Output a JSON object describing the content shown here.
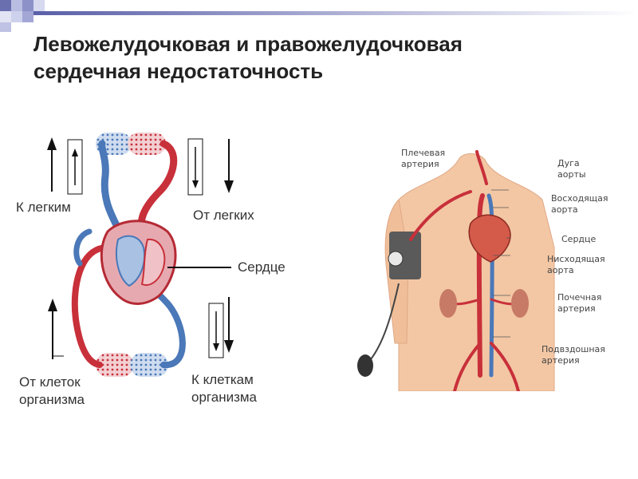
{
  "slide": {
    "title_line1": "Левожелудочковая и правожелудочковая",
    "title_line2": "сердечная недостаточность"
  },
  "circulation": {
    "to_lungs": "К легким",
    "from_lungs": "От легких",
    "heart": "Сердце",
    "from_cells_1": "От клеток",
    "from_cells_2": "организма",
    "to_cells_1": "К клеткам",
    "to_cells_2": "организма"
  },
  "anatomy": {
    "brachial_1": "Плечевая",
    "brachial_2": "артерия",
    "arch_1": "Дуга",
    "arch_2": "аорты",
    "ascending_1": "Восходящая",
    "ascending_2": "аорта",
    "heart": "Сердце",
    "descending_1": "Нисходящая",
    "descending_2": "аорта",
    "renal_1": "Почечная",
    "renal_2": "артерия",
    "iliac_1": "Подвздошная",
    "iliac_2": "артерия"
  },
  "colors": {
    "oxygenated": "#c8303a",
    "deoxygenated": "#4a78b8",
    "skin": "#f3c7a4",
    "title_text": "#222222"
  }
}
